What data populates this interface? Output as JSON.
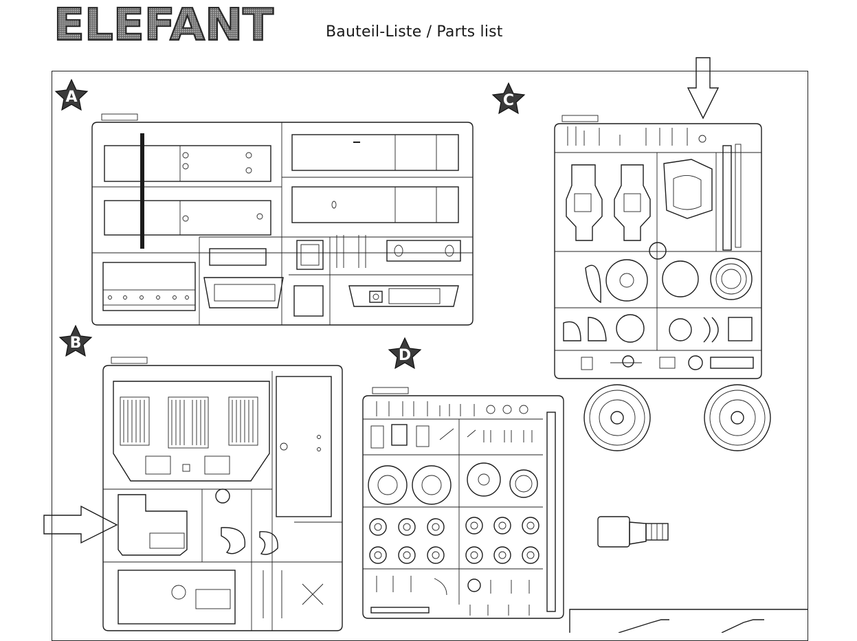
{
  "header": {
    "brand": "ELEFANT",
    "subtitle": "Bauteil-Liste / Parts list"
  },
  "sprues": [
    {
      "id": "A",
      "label": "A"
    },
    {
      "id": "B",
      "label": "B"
    },
    {
      "id": "C",
      "label": "C"
    },
    {
      "id": "D",
      "label": "D"
    }
  ],
  "markers": [
    {
      "name": "arrow-down",
      "points_to": "sprue C part"
    },
    {
      "name": "arrow-right",
      "points_to": "sprue B part"
    }
  ],
  "colors": {
    "ink": "#1c1c1c",
    "paper": "#ffffff",
    "badge_fill": "#3a3a3a"
  }
}
